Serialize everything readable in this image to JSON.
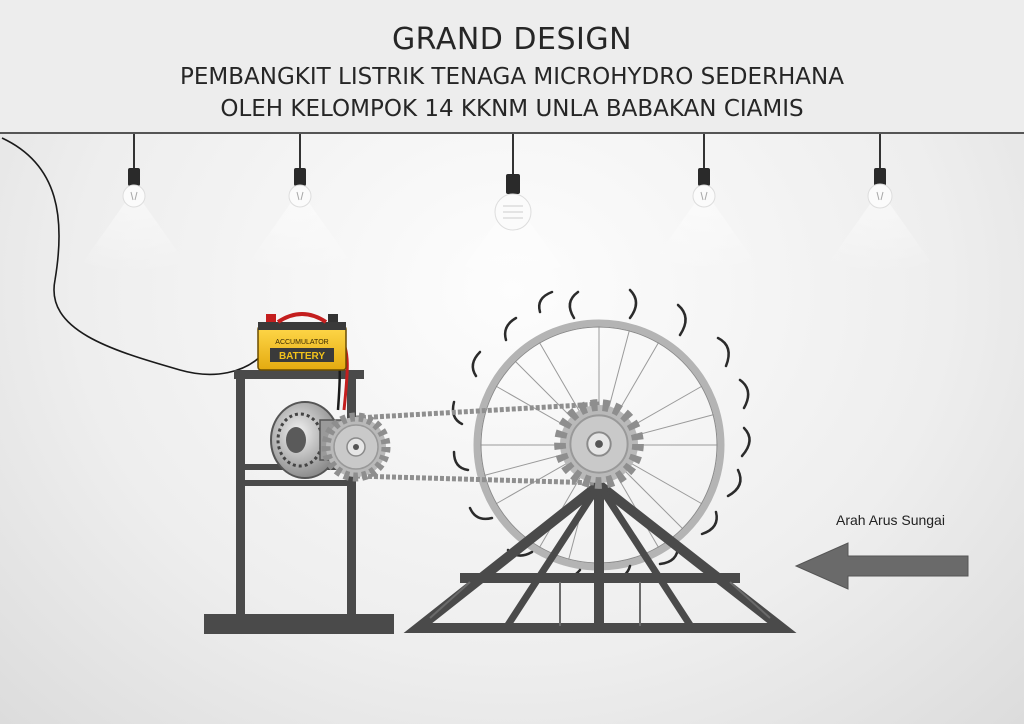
{
  "header": {
    "title": "GRAND DESIGN",
    "subtitle_line1": "PEMBANGKIT LISTRIK TENAGA MICROHYDRO SEDERHANA",
    "subtitle_line2": "OLEH KELOMPOK 14 KKNM UNLA BABAKAN CIAMIS"
  },
  "battery": {
    "label_top": "ACCUMULATOR",
    "label_main": "BATTERY",
    "color": "#f2c21b"
  },
  "flow": {
    "label": "Arah Arus Sungai",
    "arrow_color": "#6a6a6a"
  },
  "colors": {
    "frame": "#4a4a4a",
    "chain": "#8f8f8f",
    "wheel_rim": "#b4b4b4"
  }
}
